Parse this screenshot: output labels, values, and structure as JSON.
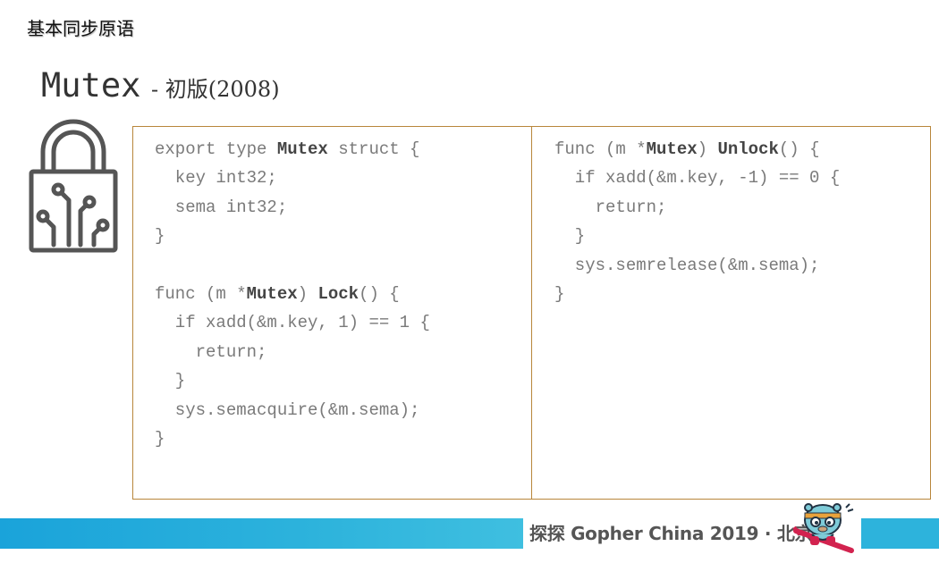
{
  "header": {
    "section": "基本同步原语"
  },
  "slide": {
    "title_main": "Mutex",
    "title_sub": " - 初版(2008)"
  },
  "icons": {
    "lock": "padlock-circuit-icon",
    "mascot": "gopher-mascot-icon"
  },
  "code": {
    "left": [
      {
        "segments": [
          {
            "t": "export type "
          },
          {
            "t": "Mutex",
            "b": true
          },
          {
            "t": " struct {"
          }
        ]
      },
      {
        "segments": [
          {
            "t": "  key int32;"
          }
        ]
      },
      {
        "segments": [
          {
            "t": "  sema int32;"
          }
        ]
      },
      {
        "segments": [
          {
            "t": "}"
          }
        ]
      },
      {
        "segments": [
          {
            "t": ""
          }
        ]
      },
      {
        "segments": [
          {
            "t": "func (m *"
          },
          {
            "t": "Mutex",
            "b": true
          },
          {
            "t": ") "
          },
          {
            "t": "Lock",
            "b": true
          },
          {
            "t": "() {"
          }
        ]
      },
      {
        "segments": [
          {
            "t": "  if xadd(&m.key, 1) == 1 {"
          }
        ]
      },
      {
        "segments": [
          {
            "t": "    return;"
          }
        ]
      },
      {
        "segments": [
          {
            "t": "  }"
          }
        ]
      },
      {
        "segments": [
          {
            "t": "  sys.semacquire(&m.sema);"
          }
        ]
      },
      {
        "segments": [
          {
            "t": "}"
          }
        ]
      }
    ],
    "right": [
      {
        "segments": [
          {
            "t": "func (m *"
          },
          {
            "t": "Mutex",
            "b": true
          },
          {
            "t": ") "
          },
          {
            "t": "Unlock",
            "b": true
          },
          {
            "t": "() {"
          }
        ]
      },
      {
        "segments": [
          {
            "t": "  if xadd(&m.key, -1) == 0 {"
          }
        ]
      },
      {
        "segments": [
          {
            "t": "    return;"
          }
        ]
      },
      {
        "segments": [
          {
            "t": "  }"
          }
        ]
      },
      {
        "segments": [
          {
            "t": "  sys.semrelease(&m.sema);"
          }
        ]
      },
      {
        "segments": [
          {
            "t": "}"
          }
        ]
      }
    ]
  },
  "footer": {
    "text": "探探 Gopher China 2019 · 北京"
  },
  "colors": {
    "border": "#b8863b",
    "band": "#2db3dc",
    "code_text": "#7a7a7a",
    "code_keyword": "#444444"
  }
}
